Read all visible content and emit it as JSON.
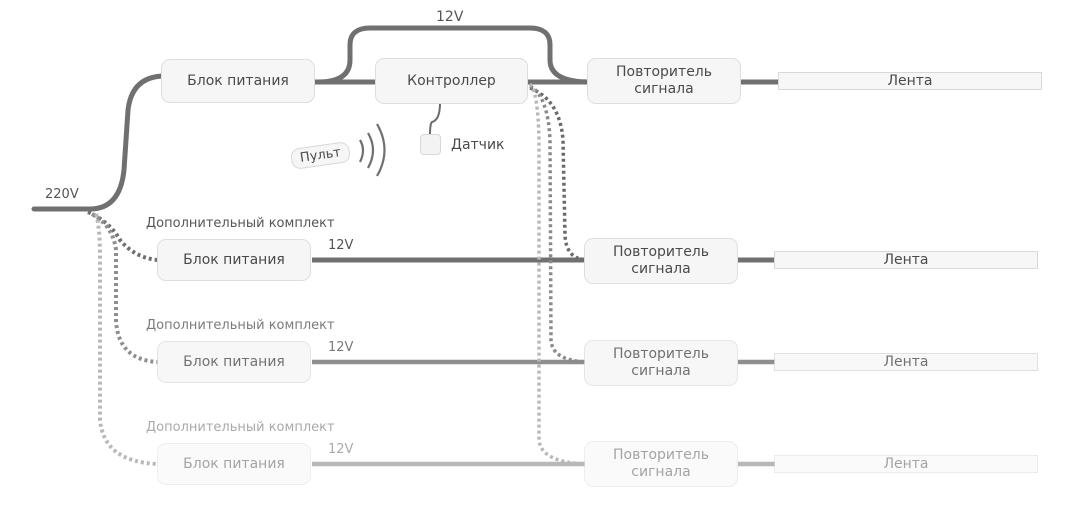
{
  "diagram": {
    "mains_label": "220V",
    "main_kit": {
      "power_supply": "Блок питания",
      "controller": "Контроллер",
      "bypass_label": "12V",
      "repeater": "Повторитель\nсигнала",
      "strip": "Лента",
      "sensor": "Датчик",
      "remote": "Пульт"
    },
    "extra_kits": [
      {
        "title": "Дополнительный комплект",
        "power_supply": "Блок питания",
        "voltage": "12V",
        "repeater": "Повторитель\nсигнала",
        "strip": "Лента"
      },
      {
        "title": "Дополнительный комплект",
        "power_supply": "Блок питания",
        "voltage": "12V",
        "repeater": "Повторитель\nсигнала",
        "strip": "Лента"
      },
      {
        "title": "Дополнительный комплект",
        "power_supply": "Блок питания",
        "voltage": "12V",
        "repeater": "Повторитель\nсигнала",
        "strip": "Лента"
      }
    ],
    "colors": {
      "wire_dark": "#707070",
      "wire_mid": "#8e8e8e",
      "wire_light": "#b8b8b8",
      "box_fill": "#f6f6f6",
      "box_border": "#dedede",
      "text": "#4a4a4a"
    }
  }
}
